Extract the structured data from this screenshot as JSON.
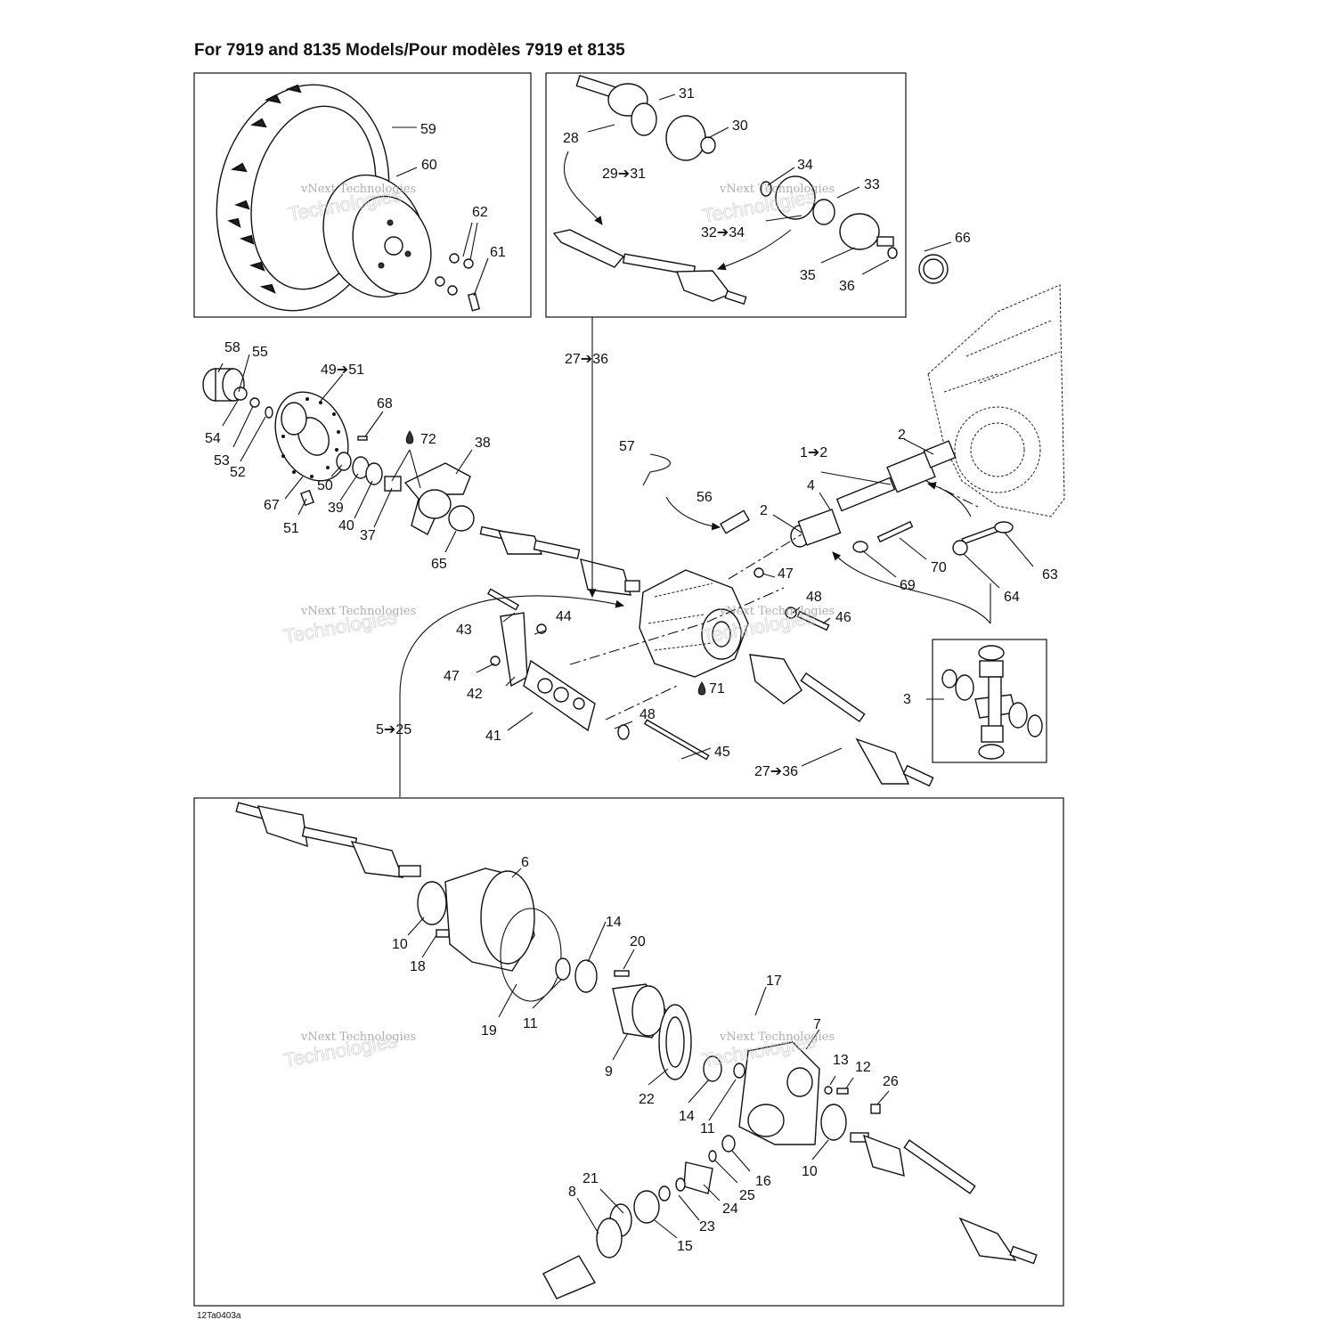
{
  "title": "For 7919 and 8135 Models/Pour modèles 7919 et 8135",
  "diagram_code": "12Ta0403a",
  "watermark": {
    "line1": "vNext Technologies",
    "line2": "Technologies"
  },
  "callouts": {
    "c59": "59",
    "c60": "60",
    "c62": "62",
    "c61": "61",
    "c31": "31",
    "c30": "30",
    "c28": "28",
    "c29_31": "29➔31",
    "c34": "34",
    "c33": "33",
    "c32_34": "32➔34",
    "c35": "35",
    "c36": "36",
    "c66": "66",
    "c58": "58",
    "c55": "55",
    "c49_51": "49➔51",
    "c68": "68",
    "c72": "72",
    "c38": "38",
    "c54": "54",
    "c53": "53",
    "c52": "52",
    "c67": "67",
    "c50": "50",
    "c39": "39",
    "c40": "40",
    "c37": "37",
    "c51": "51",
    "c65": "65",
    "c27_36a": "27➔36",
    "c57": "57",
    "c56": "56",
    "c2a": "2",
    "c1_2": "1➔2",
    "c2b": "2",
    "c4": "4",
    "c70": "70",
    "c69": "69",
    "c63": "63",
    "c64": "64",
    "c47a": "47",
    "c48a": "48",
    "c46": "46",
    "c43": "43",
    "c44": "44",
    "c47b": "47",
    "c42": "42",
    "c71": "71",
    "c3": "3",
    "c5_25": "5➔25",
    "c41": "41",
    "c48b": "48",
    "c45": "45",
    "c27_36b": "27➔36",
    "c6": "6",
    "c10a": "10",
    "c18": "18",
    "c14a": "14",
    "c20": "20",
    "c19": "19",
    "c11a": "11",
    "c17": "17",
    "c7": "7",
    "c9": "9",
    "c22": "22",
    "c13": "13",
    "c12": "12",
    "c26": "26",
    "c14b": "14",
    "c11b": "11",
    "c10b": "10",
    "c16": "16",
    "c25": "25",
    "c24": "24",
    "c21": "21",
    "c8": "8",
    "c23": "23",
    "c15": "15"
  }
}
